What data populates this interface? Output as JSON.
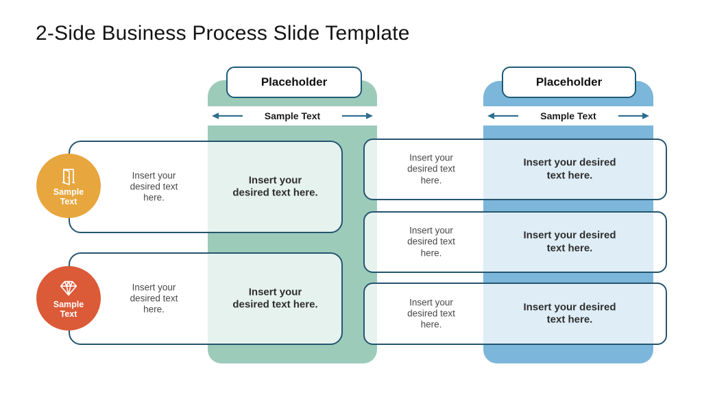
{
  "slide": {
    "title": "2-Side Business Process Slide Template"
  },
  "accents": {
    "outline": "#24546E",
    "header_outline": "#1E5A74",
    "arrow": "#2E6E90"
  },
  "left_panel": {
    "header_label": "Placeholder",
    "flow_label": "Sample Text",
    "column_color": "#9CCBBA",
    "rows": [
      {
        "badge_label": "Sample Text",
        "badge_icon": "door-icon",
        "badge_color": "#E7A63E",
        "plain_text": "Insert your\ndesired text\nhere.",
        "bold_text": "Insert your\ndesired text here."
      },
      {
        "badge_label": "Sample Text",
        "badge_icon": "diamond-icon",
        "badge_color": "#DB5A37",
        "plain_text": "Insert your\ndesired text\nhere.",
        "bold_text": "Insert your\ndesired text here."
      }
    ]
  },
  "right_panel": {
    "header_label": "Placeholder",
    "flow_label": "Sample Text",
    "column_color": "#7CB6DA",
    "rows": [
      {
        "plain_text": "Insert your\ndesired text\nhere.",
        "bold_text": "Insert your desired\ntext here."
      },
      {
        "plain_text": "Insert your\ndesired text\nhere.",
        "bold_text": "Insert your desired\ntext here."
      },
      {
        "plain_text": "Insert your\ndesired text\nhere.",
        "bold_text": "Insert your desired\ntext here."
      }
    ]
  }
}
